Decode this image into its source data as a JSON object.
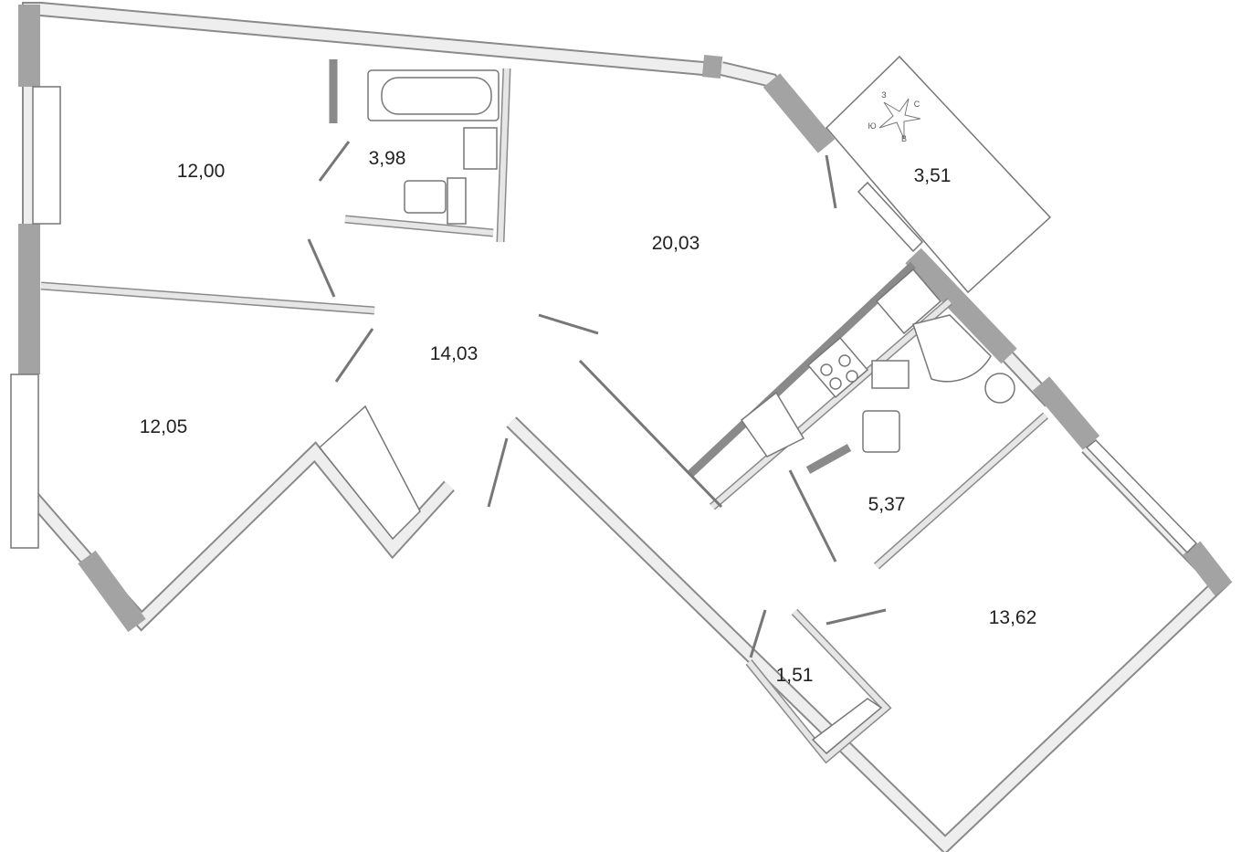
{
  "rooms": [
    {
      "id": "bedroom-top-left",
      "area": "12,00"
    },
    {
      "id": "bathroom",
      "area": "3,98"
    },
    {
      "id": "living-room",
      "area": "20,03"
    },
    {
      "id": "balcony",
      "area": "3,51"
    },
    {
      "id": "hallway",
      "area": "14,03"
    },
    {
      "id": "bedroom-bottom-left",
      "area": "12,05"
    },
    {
      "id": "shower-room",
      "area": "5,37"
    },
    {
      "id": "bedroom-right",
      "area": "13,62"
    },
    {
      "id": "wardrobe",
      "area": "1,51"
    }
  ],
  "compass": {
    "north": "С",
    "east": "В",
    "south": "Ю",
    "west": "З"
  },
  "colors": {
    "wall_fill": "#e6e6e6",
    "wall_stroke": "#8a8a8a",
    "outer_block": "#a3a3a3",
    "text": "#222222"
  }
}
